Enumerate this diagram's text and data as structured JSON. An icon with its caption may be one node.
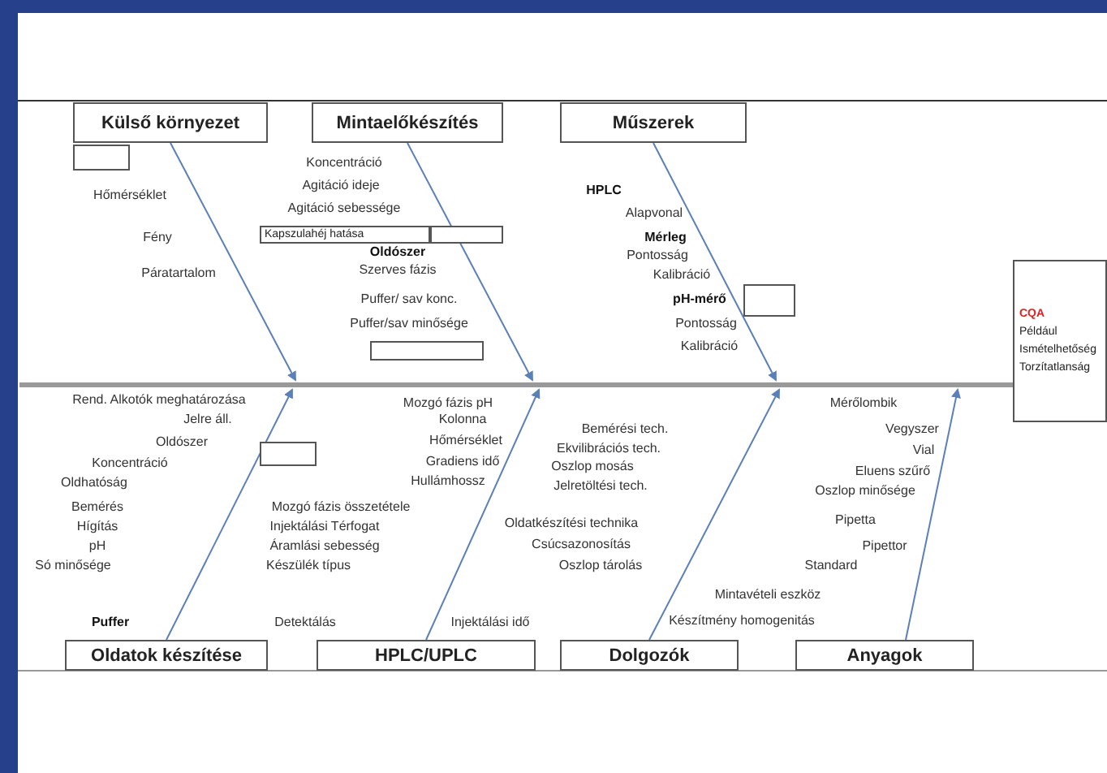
{
  "diagram": {
    "nodes": [
      {
        "text": [
          "Külső környezet"
        ]
      },
      {
        "text": [],
        "shape": "box"
      },
      {
        "text": [
          "Mintaelőkészítés"
        ]
      },
      {
        "text": [
          "Kapszulahéj hatása"
        ]
      },
      {
        "text": [],
        "shape": "box"
      },
      {
        "text": [],
        "shape": "box"
      },
      {
        "text": [
          "Műszerek"
        ]
      },
      {
        "text": [],
        "shape": "box"
      },
      {
        "text": [
          "CQA",
          "Például",
          "Ismételhetőség",
          "Torzítatlanság"
        ]
      },
      {
        "text": [],
        "shape": "box"
      },
      {
        "text": [
          "Oldatok készítése"
        ]
      },
      {
        "text": [
          "HPLC/UPLC"
        ]
      },
      {
        "text": [
          "Dolgozók"
        ]
      },
      {
        "text": [
          "Anyagok"
        ]
      }
    ],
    "edges": [
      {
        "from": 0,
        "to": null,
        "arrow": "to"
      },
      {
        "from": 2,
        "to": null,
        "arrow": "to"
      },
      {
        "from": 6,
        "to": null,
        "arrow": "to"
      },
      {
        "from": null,
        "to": 8,
        "arrow": "none",
        "style": "thick",
        "color": "#999999"
      },
      {
        "from": 10,
        "to": null,
        "arrow": "to"
      },
      {
        "from": 11,
        "to": null,
        "arrow": "to"
      },
      {
        "from": 12,
        "to": null,
        "arrow": "to"
      },
      {
        "from": 13,
        "to": null,
        "arrow": "to"
      }
    ],
    "labels": [
      "Hőmérséklet",
      "Koncentráció",
      "Agitáció ideje",
      "Agitáció sebessége",
      "Fény",
      "Oldószer",
      "Páratartalom",
      "Szerves fázis",
      "Puffer/ sav konc.",
      "Puffer/sav minősége",
      "HPLC",
      "Alapvonal",
      "Mérleg",
      "Pontosság",
      "Kalibráció",
      "pH-mérő",
      "Pontosság",
      "Kalibráció",
      "Rend. Alkotók meghatározása",
      "Mozgó fázis pH",
      "Mérőlombik",
      "Jelre áll.",
      "Kolonna",
      "Oldószer",
      "Hőmérséklet",
      "Bemérési tech.",
      "Vegyszer",
      "Koncentráció",
      "Gradiens idő",
      "Ekvilibrációs tech.",
      "Vial",
      "Oldhatóság",
      "Hullámhossz",
      "Oszlop mosás",
      "Eluens szűrő",
      "Jelretöltési tech.",
      "Oszlop minősége",
      "Bemérés",
      "Mozgó fázis összetétele",
      "Hígítás",
      "Injektálási Térfogat",
      "Oldatkészítési technika",
      "Pipetta",
      "pH",
      "Áramlási sebesség",
      "Csúcsazonosítás",
      "Pipettor",
      "Só minősége",
      "Készülék típus",
      "Oszlop tárolás",
      "Standard",
      "Mintavételi eszköz",
      "Puffer",
      "Detektálás",
      "Injektálási idő",
      "Készítmény homogenitás"
    ]
  }
}
